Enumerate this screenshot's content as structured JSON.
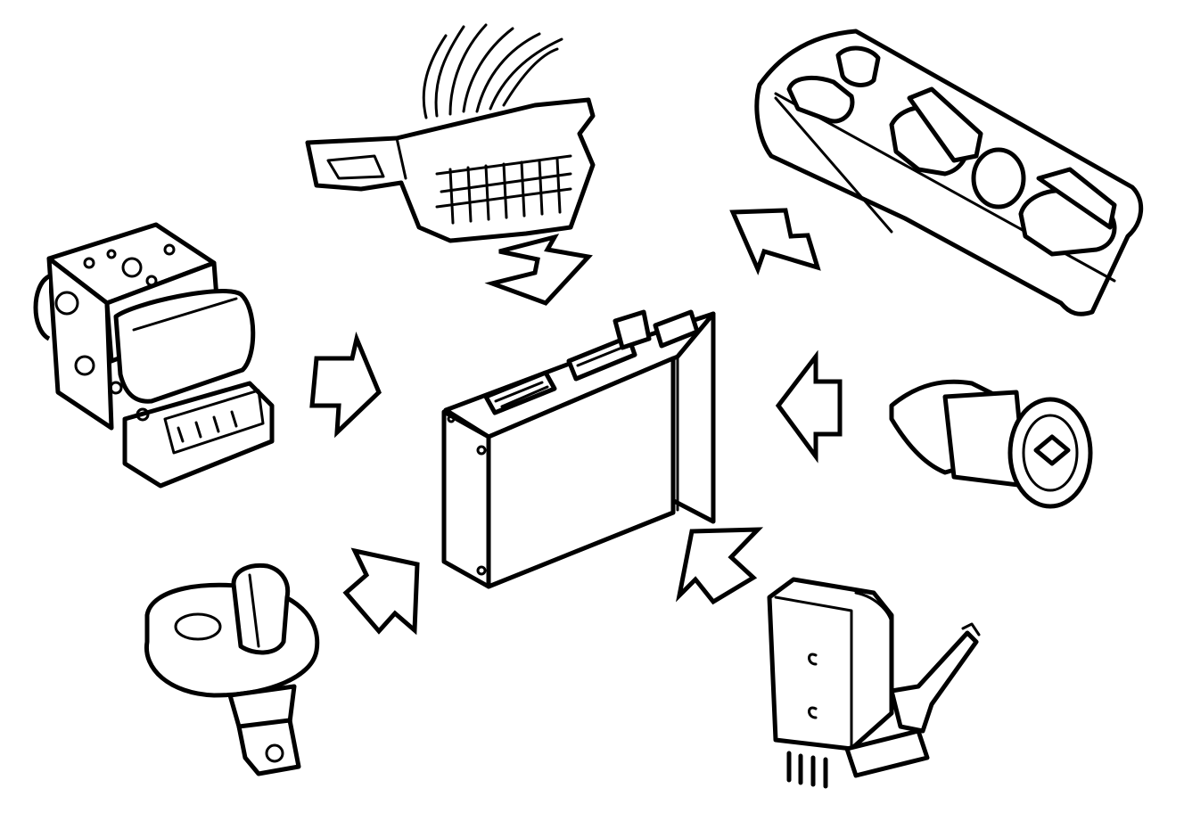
{
  "figure": {
    "background": "#ffffff",
    "line_color": "#000000",
    "center": {
      "icon": "control-module-icon"
    },
    "peripherals": [
      {
        "id": "diagnostic-connector",
        "icon": "obd-connector-icon"
      },
      {
        "id": "window-switch-panel",
        "icon": "window-switch-icon"
      },
      {
        "id": "abs-unit",
        "icon": "abs-modulator-icon"
      },
      {
        "id": "lamp-switch",
        "icon": "rotary-switch-icon"
      },
      {
        "id": "door-switch",
        "icon": "plunger-switch-icon"
      },
      {
        "id": "actuator",
        "icon": "actuator-icon"
      }
    ],
    "arrows": {
      "count": 6,
      "direction": "inward-to-center"
    }
  }
}
